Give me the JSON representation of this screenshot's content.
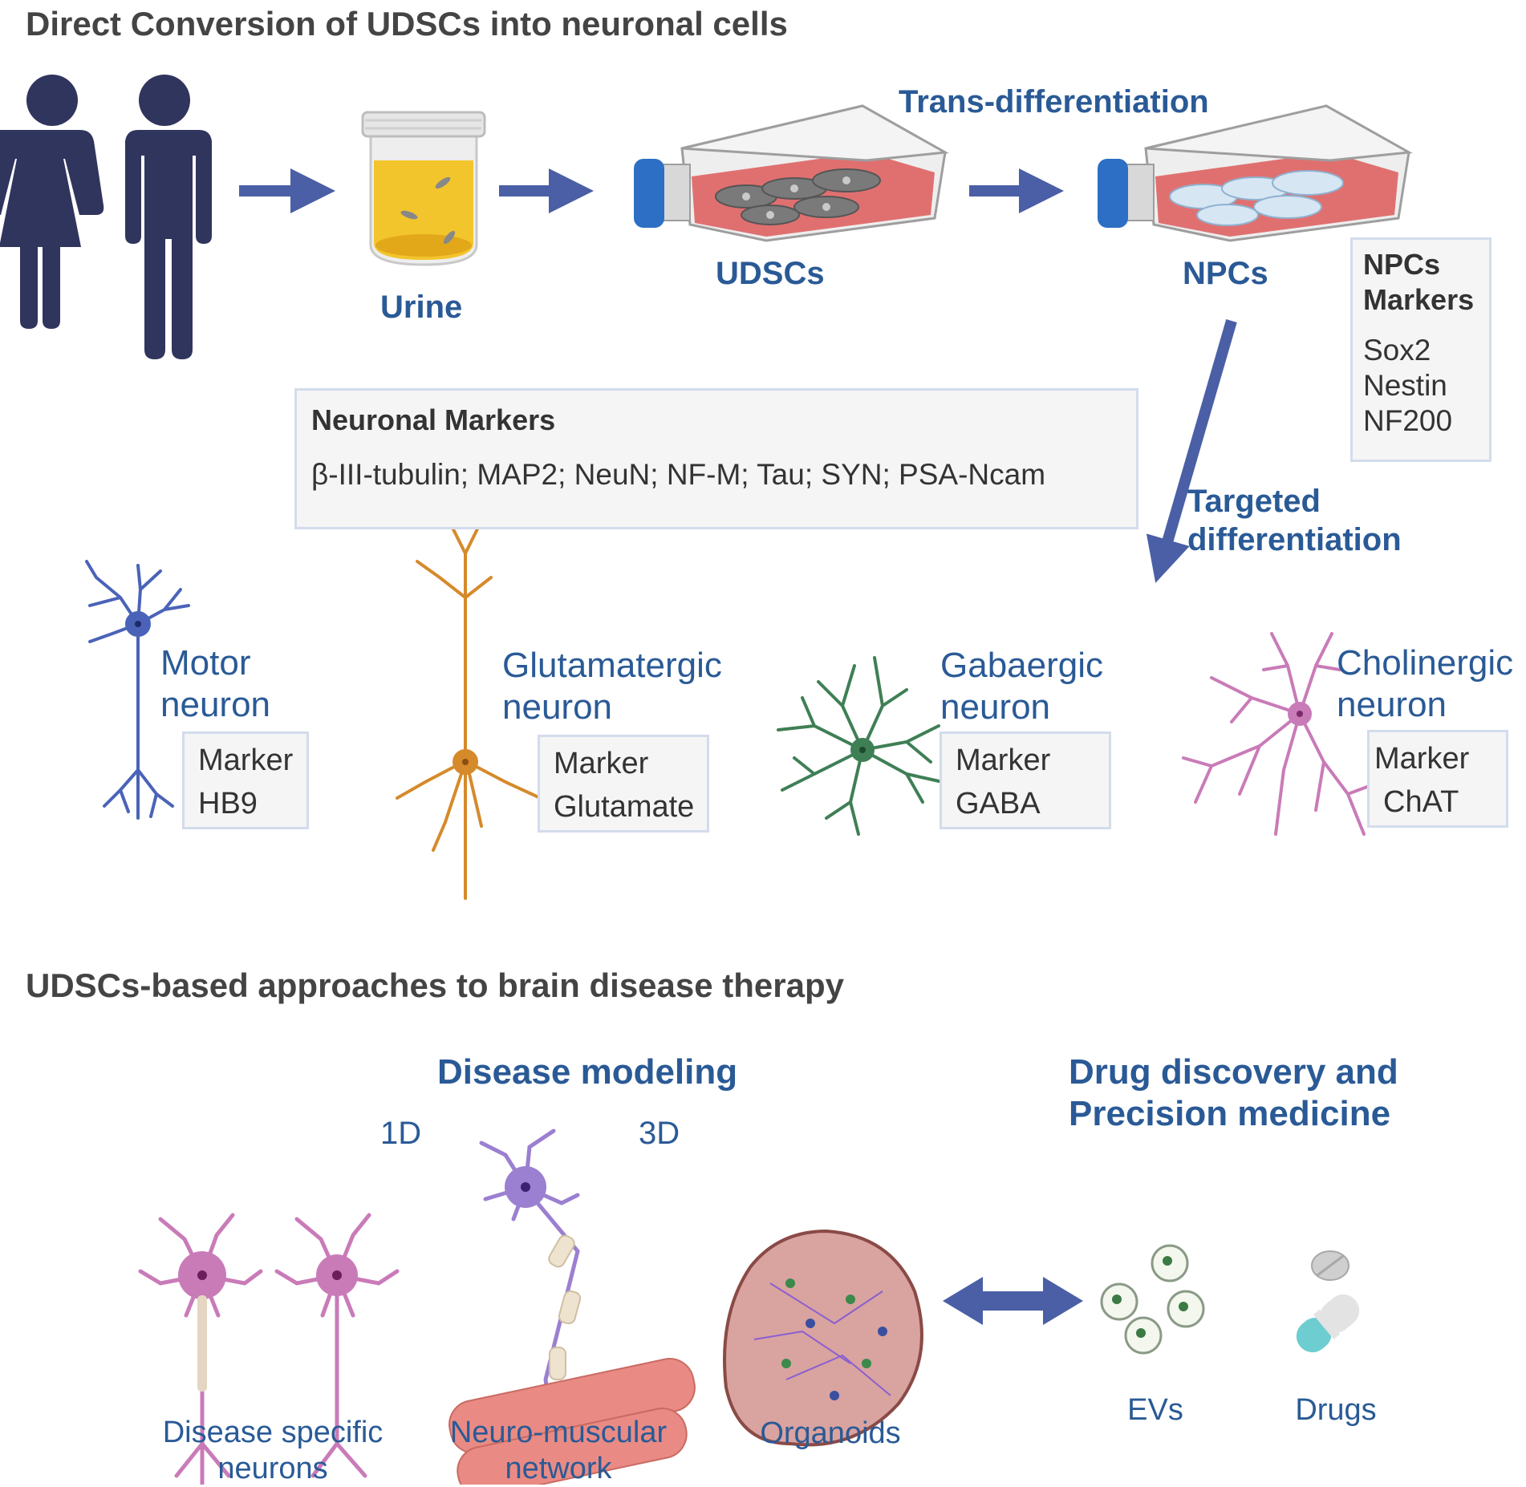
{
  "section1": {
    "title": "Direct Conversion of UDSCs into neuronal cells",
    "labels": {
      "urine": "Urine",
      "udscs": "UDSCs",
      "npcs": "NPCs",
      "trans_differentiation": "Trans-differentiation",
      "targeted_line1": "Targeted",
      "targeted_line2": "differentiation"
    },
    "npc_markers": {
      "title_line1": "NPCs",
      "title_line2": "Markers",
      "items": [
        "Sox2",
        "Nestin",
        "NF200"
      ]
    },
    "neuronal_markers": {
      "title": "Neuronal Markers",
      "text": "β-III-tubulin; MAP2; NeuN; NF-M; Tau; SYN; PSA-Ncam"
    },
    "neurons": [
      {
        "line1": "Motor",
        "line2": "neuron",
        "marker_label": "Marker",
        "marker": "HB9",
        "color": "#4a63b8"
      },
      {
        "line1": "Glutamatergic",
        "line2": "neuron",
        "marker_label": "Marker",
        "marker": "Glutamate",
        "color": "#d58a2b"
      },
      {
        "line1": "Gabaergic",
        "line2": "neuron",
        "marker_label": "Marker",
        "marker": "GABA",
        "color": "#3f7f55"
      },
      {
        "line1": "Cholinergic",
        "line2": "neuron",
        "marker_label": "Marker",
        "marker": "ChAT",
        "color": "#c97bb8"
      }
    ]
  },
  "section2": {
    "title": "UDSCs-based approaches to brain disease therapy",
    "disease_modeling": "Disease modeling",
    "drug_line1": "Drug discovery and",
    "drug_line2": "Precision medicine",
    "tag_1d": "1D",
    "tag_3d": "3D",
    "captions": {
      "disease_line1": "Disease specific",
      "disease_line2": "neurons",
      "nm_line1": "Neuro-muscular",
      "nm_line2": "network",
      "organoids": "Organoids",
      "evs": "EVs",
      "drugs": "Drugs"
    }
  },
  "colors": {
    "arrow": "#4a5fa5",
    "person": "#30355e",
    "heading": "#444444",
    "label_blue": "#2a5a96",
    "flask_cap": "#2c6fc4",
    "media": "#e07070",
    "urine": "#f3c52c"
  }
}
